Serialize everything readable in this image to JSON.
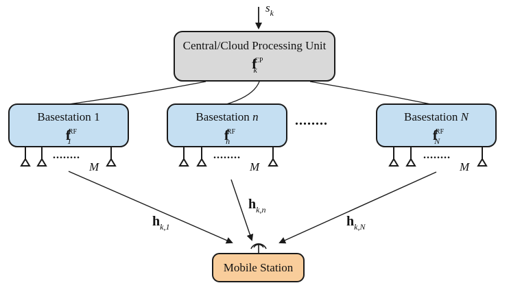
{
  "input_signal": {
    "base": "s",
    "sub": "k"
  },
  "cpu": {
    "title": "Central/Cloud Processing Unit",
    "vec": "f",
    "sub": "k",
    "sup": "CP"
  },
  "basestations": [
    {
      "title": "Basestation ",
      "index": "1",
      "vec": "f",
      "sub": "1",
      "sup": "RF",
      "antenna_count": "M"
    },
    {
      "title": "Basestation ",
      "index": "n",
      "vec": "f",
      "sub": "n",
      "sup": "RF",
      "antenna_count": "M"
    },
    {
      "title": "Basestation ",
      "index": "N",
      "vec": "f",
      "sub": "N",
      "sup": "RF",
      "antenna_count": "M"
    }
  ],
  "channels": [
    {
      "vec": "h",
      "sub": "k,1"
    },
    {
      "vec": "h",
      "sub": "k,n"
    },
    {
      "vec": "h",
      "sub": "k,N"
    }
  ],
  "mobile_station": {
    "title": "Mobile Station"
  },
  "ellipsis": "........",
  "colors": {
    "cpu_fill": "#d9d9d9",
    "bs_fill": "#c5dff2",
    "ms_fill": "#f9cd9b",
    "stroke": "#1a1a1a"
  }
}
